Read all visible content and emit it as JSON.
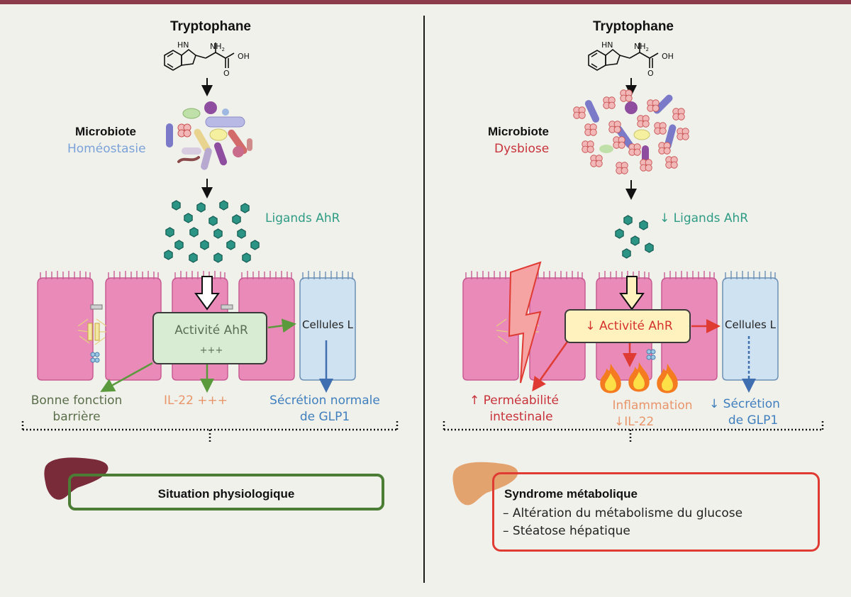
{
  "left": {
    "tryptophane": "Tryptophane",
    "microbiote": "Microbiote",
    "microbiote_state": "Homéostasie",
    "ligands": "Ligands AhR",
    "activity": "Activité AhR",
    "activity_level": "+++",
    "cells": "Cellules L",
    "barrier_line1": "Bonne fonction",
    "barrier_line2": "barrière",
    "il22": "IL-22 +++",
    "glp1_line1": "Sécrétion normale",
    "glp1_line2": "de GLP1",
    "outcome": "Situation physiologique"
  },
  "right": {
    "tryptophane": "Tryptophane",
    "microbiote": "Microbiote",
    "microbiote_state": "Dysbiose",
    "ligands": "Ligands AhR",
    "activity": "Activité AhR",
    "cells": "Cellules L",
    "perm_line1": "Perméabilité",
    "perm_line2": "intestinale",
    "inflammation": "Inflammation",
    "il22": "IL-22",
    "glp1_line1": "Sécrétion",
    "glp1_line2": "de GLP1",
    "outcome_title": "Syndrome métabolique",
    "outcome_item1": "– Altération du métabolisme du glucose",
    "outcome_item2": "– Stéatose hépatique"
  },
  "molecule": {
    "nh": "HN",
    "nh2": "NH",
    "nh2_sub": "2",
    "oh": "OH",
    "o": "O"
  },
  "colors": {
    "green": "#5a9a3c",
    "red": "#e03b32",
    "blue": "#3f6fb0",
    "orange": "#e8956a",
    "teal": "#2e9c84",
    "cell_pink": "#e98ab8",
    "cell_blue": "#cfe2f1",
    "state_blue": "#7aa2d8"
  }
}
